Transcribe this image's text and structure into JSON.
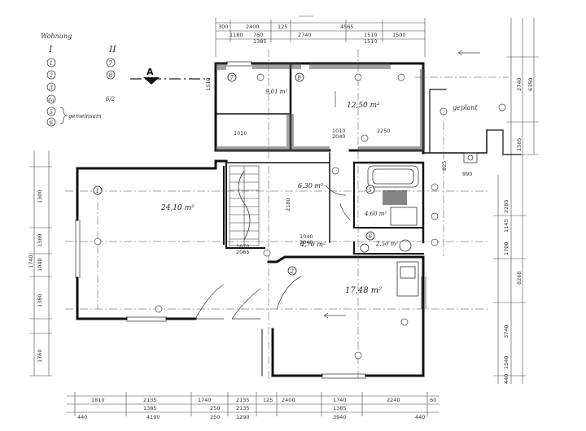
{
  "legend": {
    "title": "Wohnung",
    "col_left_header": "I",
    "col_right_header": "II",
    "left_items": [
      "1",
      "2",
      "3",
      "4a",
      "5",
      "6"
    ],
    "right_items": [
      "7",
      "8",
      "6/2"
    ],
    "bracket_note": "gemeinsam"
  },
  "section_marker": "A",
  "rooms": {
    "living": "24,10 m²",
    "small_top": "9,01 m²",
    "top_right": "12,50 m²",
    "stair": "6,30 m²",
    "bath": "4,60 m²",
    "wc": "2,50 m²",
    "hall": "4,70 m²",
    "lower_right": "17,48 m²",
    "annex_note": "geplant"
  },
  "room_numbers": [
    "1",
    "2",
    "5",
    "6",
    "7",
    "8"
  ],
  "dims": {
    "top_row1": [
      "300",
      "2400",
      "125",
      "2740",
      "4565",
      "1510",
      "1500"
    ],
    "top_row2": [
      "1180",
      "760",
      "1385",
      "1510"
    ],
    "bottom_row1": [
      "1810",
      "2135",
      "1740",
      "2135",
      "125",
      "2400",
      "1740",
      "2240",
      "60"
    ],
    "bottom_row2": [
      "1385",
      "250",
      "2135",
      "1385"
    ],
    "bottom_row3": [
      "440",
      "4190",
      "250",
      "1290",
      "3940",
      "440"
    ],
    "left_col": [
      "1300",
      "1380",
      "1740",
      "1040",
      "1360",
      "1760"
    ],
    "right_col": [
      "2740",
      "6350",
      "1585",
      "2285",
      "1145",
      "1700",
      "8260",
      "3740",
      "1540",
      "440"
    ],
    "inner": [
      "1510",
      "1010",
      "2250",
      "2040",
      "1040",
      "2040",
      "2180",
      "1670",
      "2065",
      "1010",
      "990",
      "825"
    ]
  }
}
